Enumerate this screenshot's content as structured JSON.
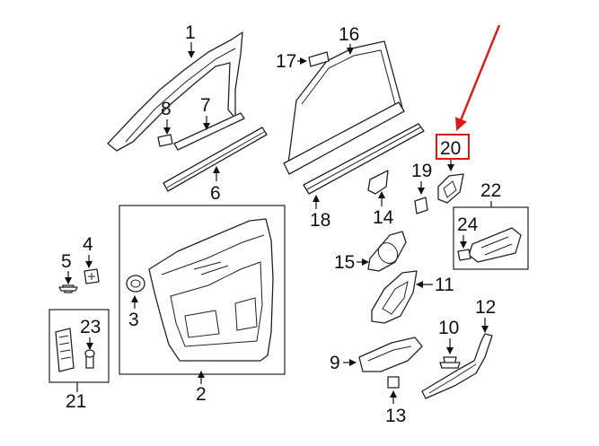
{
  "diagram": {
    "highlight_color": "#e01818",
    "callouts": {
      "c1": "1",
      "c2": "2",
      "c3": "3",
      "c4": "4",
      "c5": "5",
      "c6": "6",
      "c7": "7",
      "c8": "8",
      "c9": "9",
      "c10": "10",
      "c11": "11",
      "c12": "12",
      "c13": "13",
      "c14": "14",
      "c15": "15",
      "c16": "16",
      "c17": "17",
      "c18": "18",
      "c19": "19",
      "c20": "20",
      "c21": "21",
      "c22": "22",
      "c23": "23",
      "c24": "24"
    }
  }
}
